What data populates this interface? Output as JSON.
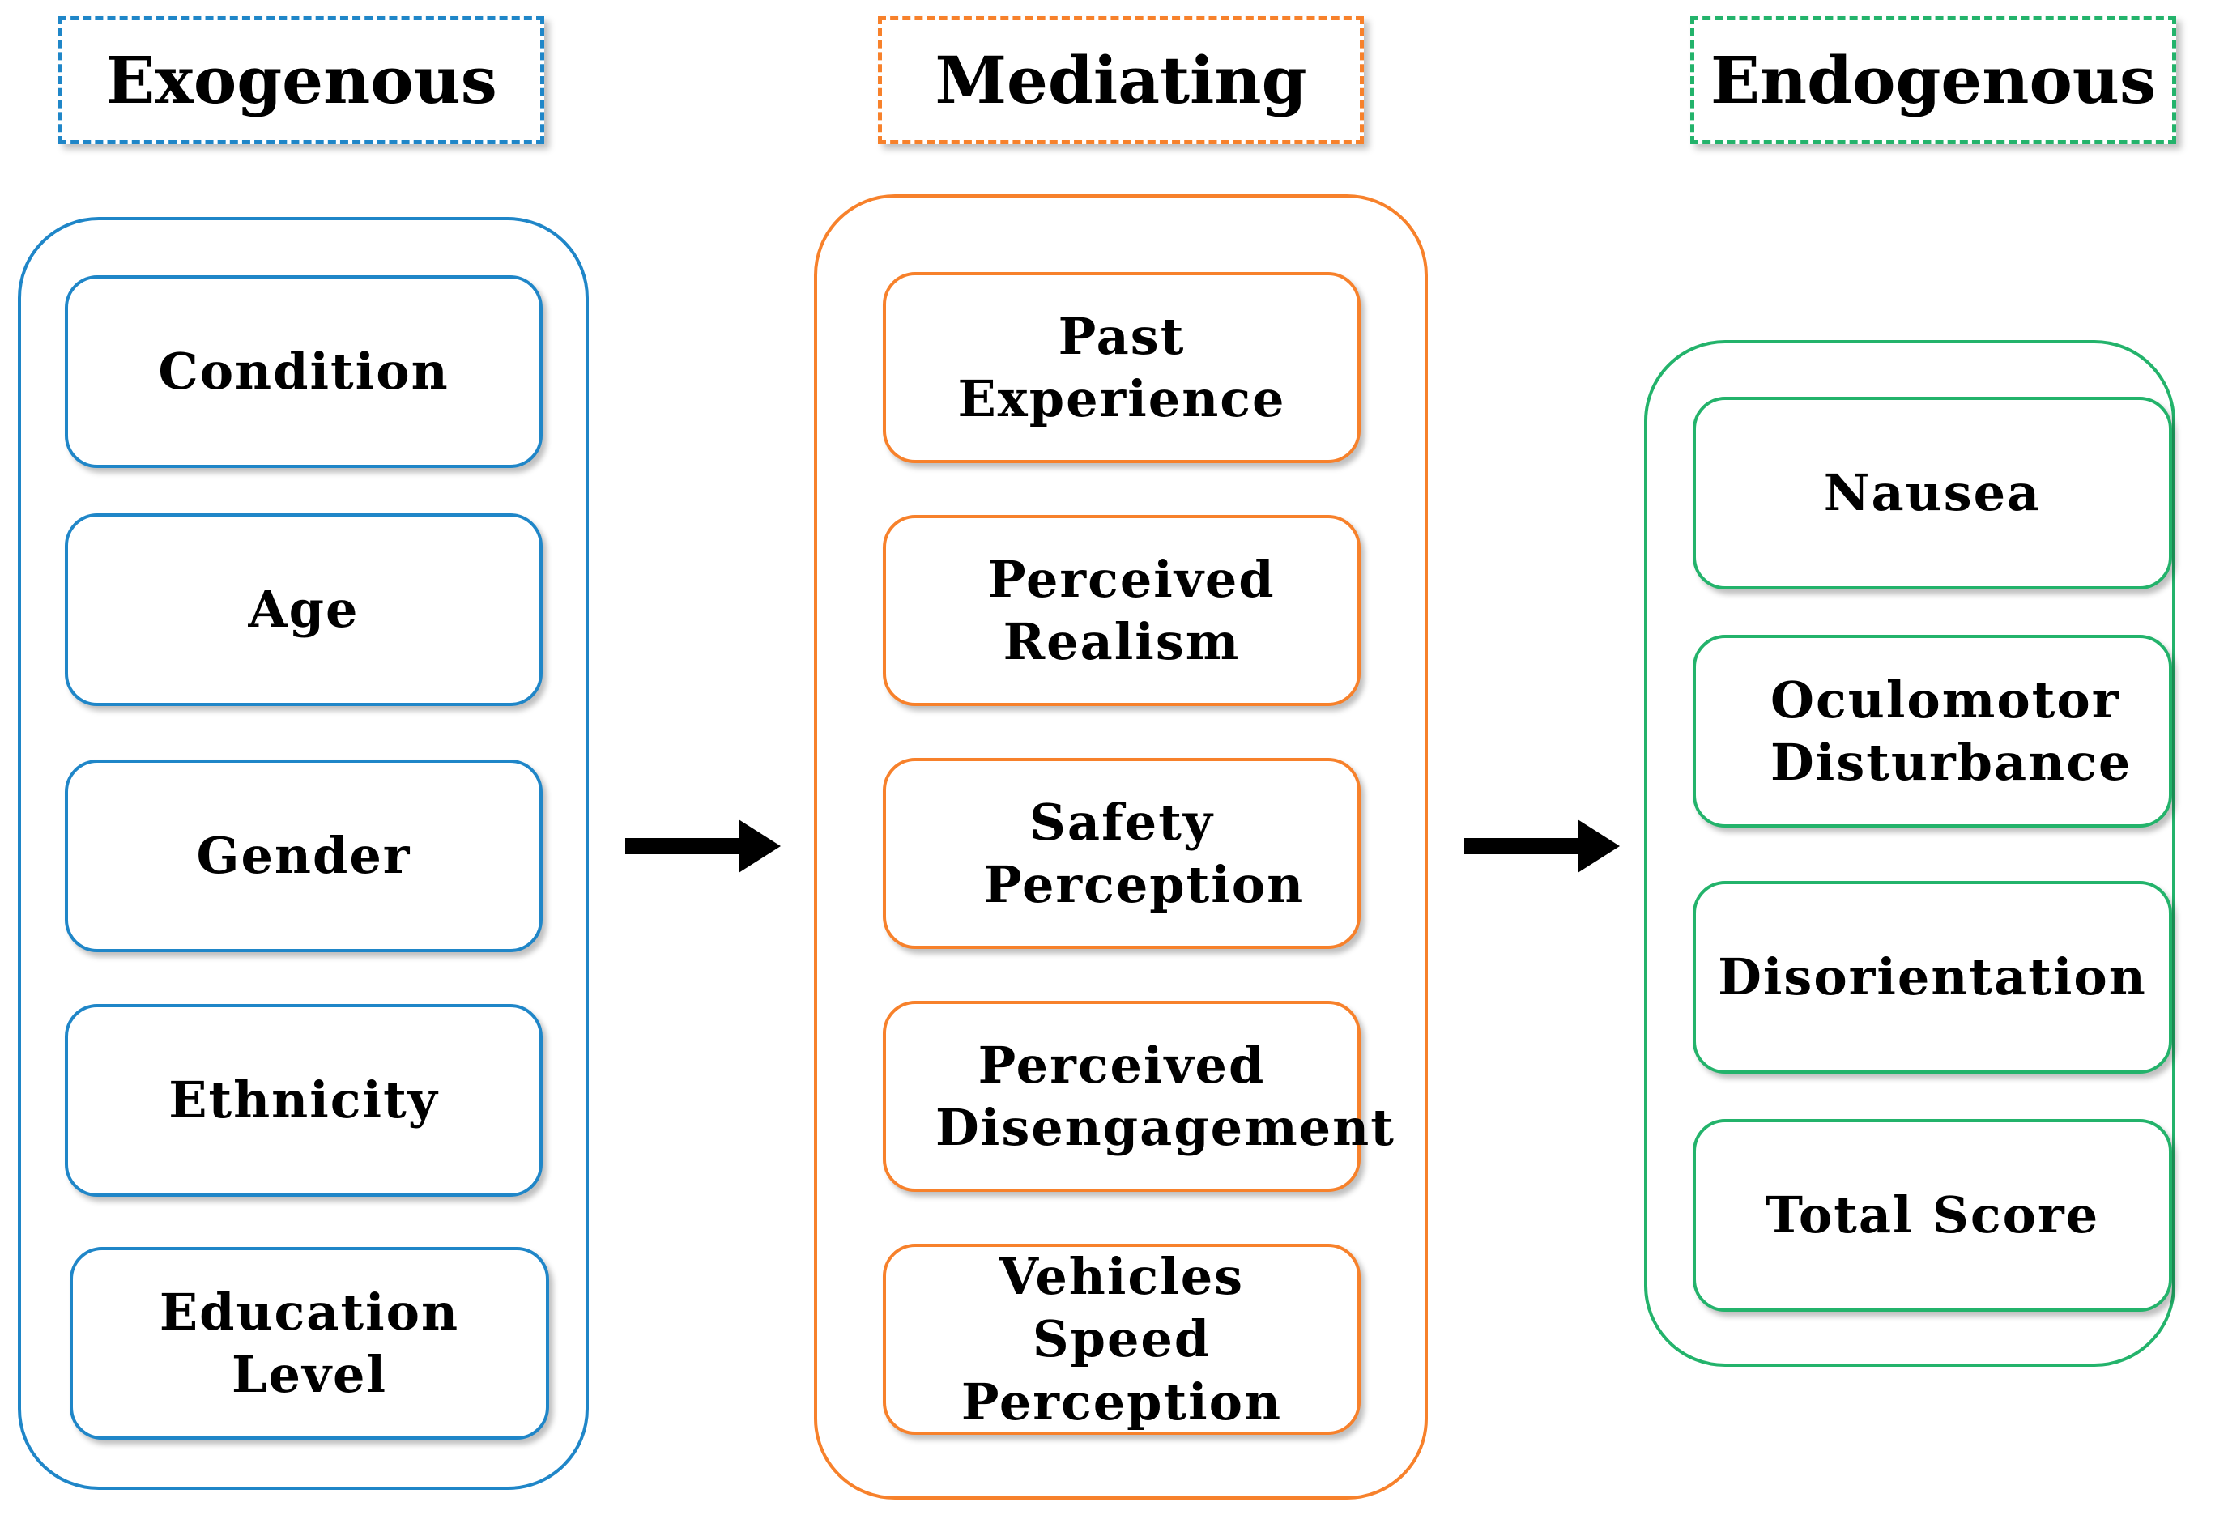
{
  "colors": {
    "exogenous": "#1f86c8",
    "mediating": "#f7812b",
    "endogenous": "#23b36b",
    "arrow": "#000000"
  },
  "headers": {
    "exogenous": "Exogenous",
    "mediating": "Mediating",
    "endogenous": "Endogenous"
  },
  "exogenous_items": [
    "Condition",
    "Age",
    "Gender",
    "Ethnicity",
    "Education Level"
  ],
  "mediating_items": [
    "Past Experience",
    "Perceived Realism",
    "Safety Perception",
    "Perceived Disengagement",
    "Vehicles Speed Perception"
  ],
  "endogenous_items": [
    "Nausea",
    "Oculomotor Disturbance",
    "Disorientation",
    "Total Score"
  ]
}
